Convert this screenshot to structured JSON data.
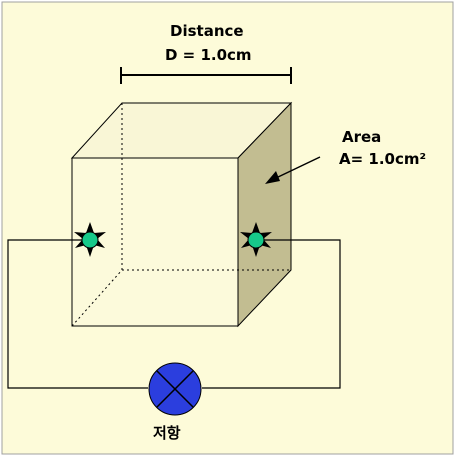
{
  "diagram": {
    "distance_label": "Distance",
    "distance_value": "D = 1.0cm",
    "area_label": "Area",
    "area_value": "A= 1.0cm²",
    "resistor_label": "저항"
  },
  "colors": {
    "background": "#fdfbd9",
    "outer_border": "#a0a0a0",
    "cube_front": "#fcfadb",
    "cube_top": "#f9f6d6",
    "cube_side": "#c2bd91",
    "electrode": "#16c98a",
    "resistor": "#2b3ede"
  }
}
